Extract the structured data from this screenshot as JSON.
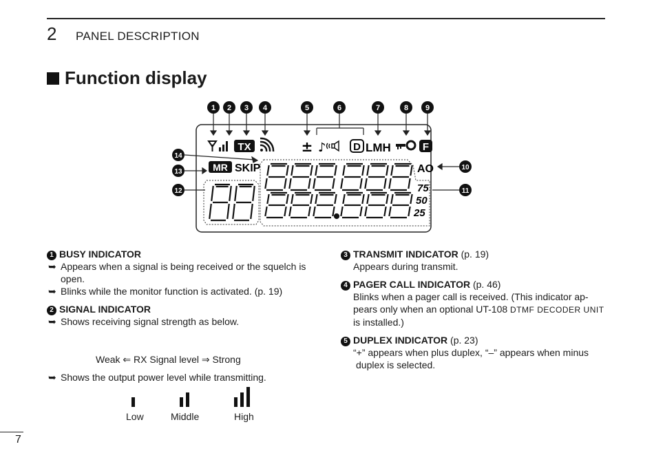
{
  "header": {
    "chapter_number": "2",
    "chapter_title": "PANEL DESCRIPTION"
  },
  "section_title": "Function display",
  "lcd": {
    "callouts": [
      "❶",
      "❷",
      "❸",
      "❹",
      "❺",
      "❻",
      "❼",
      "❽",
      "❾",
      "❿",
      "⓫",
      "⓬",
      "⓭",
      "⓮"
    ],
    "tx": "TX",
    "mr": "MR",
    "skip": "SKIP",
    "plusminus": "±",
    "d": "D",
    "lmh": "LMH",
    "f": "F",
    "ao": "AO",
    "steps": [
      "75",
      "50",
      "25"
    ],
    "digits_main": "888.888",
    "digits_ch": "88"
  },
  "left": {
    "busy": {
      "num": "1",
      "title": "BUSY INDICATOR",
      "bullets": [
        "Appears when a signal is being received or the squelch is open.",
        "Blinks while the monitor function is activated. (p. 19)"
      ]
    },
    "signal": {
      "num": "2",
      "title": "SIGNAL INDICATOR",
      "bullet1": "Shows receiving signal strength as below.",
      "caption": "Weak ⇐ RX Signal level ⇒ Strong",
      "bullet2": "Shows the output power level while transmitting.",
      "levels": [
        "Low",
        "Middle",
        "High"
      ]
    }
  },
  "right": {
    "transmit": {
      "num": "3",
      "title": "TRANSMIT INDICATOR",
      "page": "(p. 19)",
      "body": "Appears during transmit."
    },
    "pager": {
      "num": "4",
      "title": "PAGER CALL INDICATOR",
      "page": "(p. 46)",
      "body_a": "Blinks when a pager call is received. (This indicator ap-",
      "body_b": "pears only when an optional UT-108",
      "body_sc": "DTMF DECODER UNIT",
      "body_c": "is installed.)"
    },
    "duplex": {
      "num": "5",
      "title": "DUPLEX INDICATOR",
      "page": "(p. 23)",
      "body_a": "“+” appears when plus duplex, “–” appears when minus",
      "body_b": "duplex is selected."
    }
  },
  "page_number": "7"
}
